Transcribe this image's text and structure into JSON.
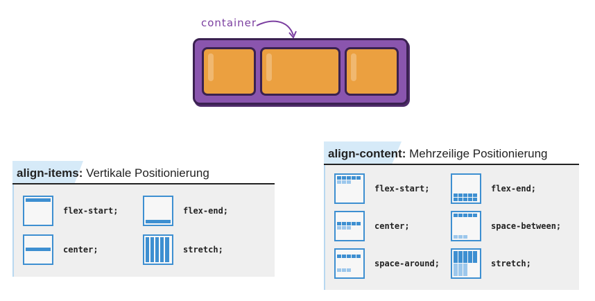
{
  "illustration": {
    "container_label": "container"
  },
  "align_items": {
    "title_keyword": "align-items:",
    "title_rest": " Vertikale Positionierung",
    "items": [
      "flex-start;",
      "flex-end;",
      "center;",
      "stretch;"
    ]
  },
  "align_content": {
    "title_keyword": "align-content:",
    "title_rest": " Mehrzeilige Positionierung",
    "items": [
      "flex-start;",
      "flex-end;",
      "center;",
      "space-between;",
      "space-around;",
      "stretch;"
    ]
  },
  "colors": {
    "purple": "#8a55ae",
    "orange": "#eba040",
    "blue": "#3d8fd1",
    "light_blue": "#9cc7ec"
  }
}
